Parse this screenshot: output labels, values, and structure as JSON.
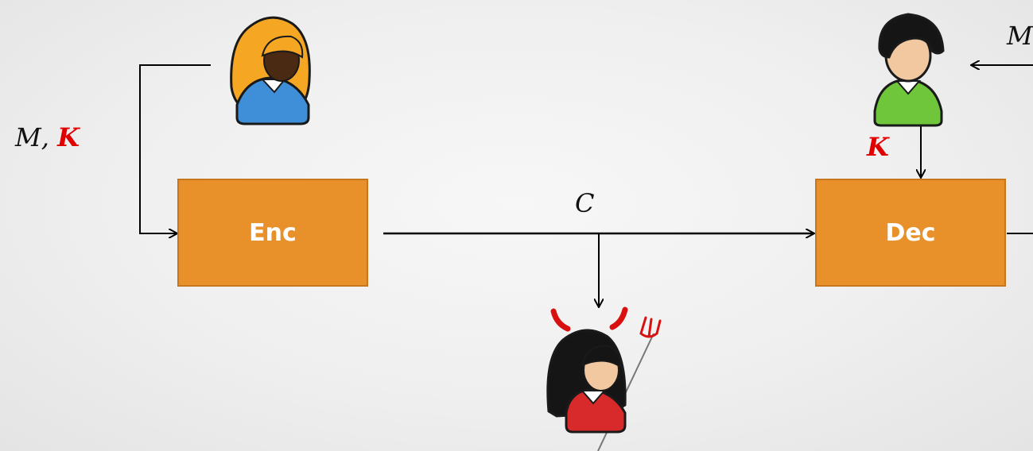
{
  "diagram": {
    "boxes": {
      "encrypt": "Enc",
      "decrypt": "Dec"
    },
    "labels": {
      "sender_input_message": "M",
      "sender_input_separator": ",",
      "sender_input_key": "K",
      "channel_ciphertext": "C",
      "receiver_key": "K",
      "receiver_output_message": "M"
    },
    "actors": [
      "sender",
      "receiver",
      "eavesdropper"
    ],
    "colors": {
      "box_fill": "#e8912b",
      "key_text": "#e00000",
      "sender_hair": "#f5a623",
      "sender_shirt": "#3f8fd8",
      "receiver_shirt": "#6fc63a",
      "eavesdropper_shirt": "#d82a2a",
      "eavesdropper_horns": "#d81010"
    }
  }
}
